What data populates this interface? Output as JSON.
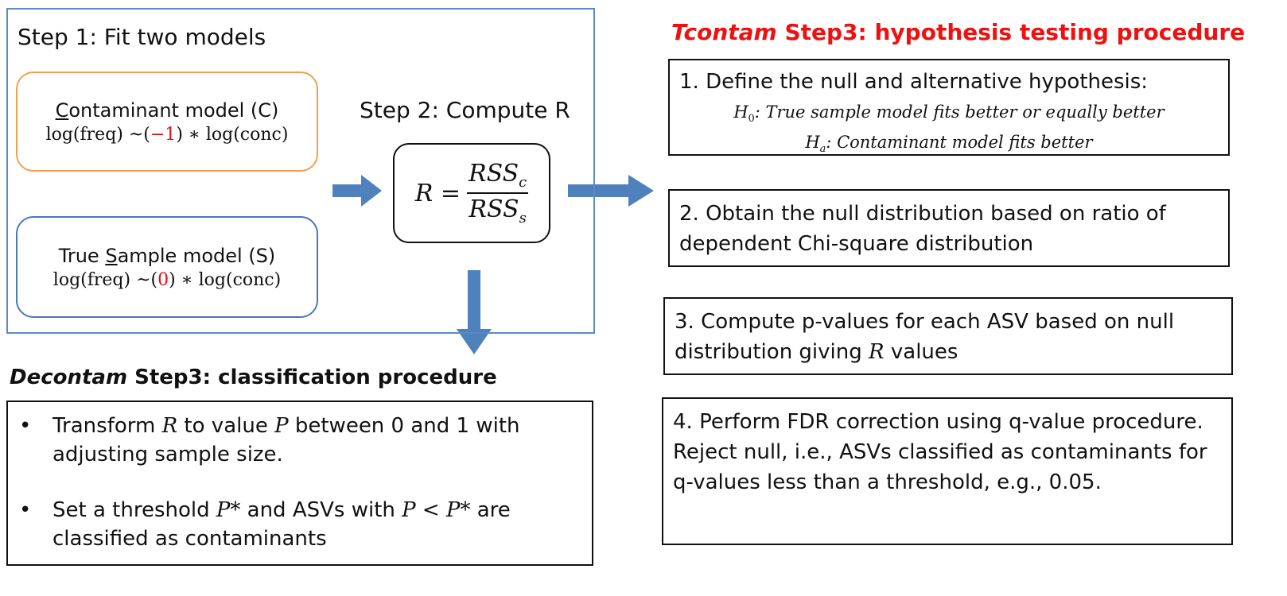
{
  "colors": {
    "arrow": "#4f81bd",
    "outer_border": "#5b8bc4",
    "contaminant_border": "#f0a050",
    "true_sample_border": "#4a78b5",
    "accent_red": "#e01010"
  },
  "step1": {
    "title": "Step 1: Fit two models",
    "contaminant": {
      "name_first_letter": "C",
      "name_rest": "ontaminant model (C)",
      "formula_left": "log(freq) ~(",
      "coef": "−1",
      "formula_right": ") ∗ log(conc)"
    },
    "true_sample": {
      "name_prefix": "True ",
      "name_letter": "S",
      "name_rest": "ample model (S)",
      "formula_left": "log(freq) ~(",
      "coef": "0",
      "formula_right": ") ∗ log(conc)"
    }
  },
  "step2": {
    "title": "Step 2: Compute R",
    "lhs": "R =",
    "numerator": "RSS",
    "numerator_sub": "c",
    "denominator": "RSS",
    "denominator_sub": "s"
  },
  "decontam": {
    "title_italic": "Decontam",
    "title_rest": " Step3: classification procedure",
    "bullet_symbol": "•",
    "bullets": [
      {
        "t1": "Transform ",
        "m1": "R",
        "t2": " to value ",
        "m2": "P",
        "t3": " between 0 and 1 with adjusting sample size."
      },
      {
        "t1": "Set a threshold ",
        "m1": "P*",
        "t2": " and ASVs with ",
        "m2": "P < P*",
        "t3": " are classified as contaminants"
      }
    ]
  },
  "tcontam": {
    "title_italic": "Tcontam",
    "title_rest": " Step3: hypothesis testing procedure",
    "step1": {
      "text": "1. Define the null and alternative hypothesis:",
      "h0_label": "H",
      "h0_sub": "0",
      "h0_text": ": True sample model fits better or equally better",
      "ha_label": "H",
      "ha_sub": "a",
      "ha_text": ": Contaminant model fits better"
    },
    "step2": {
      "text": "2. Obtain the null distribution based on ratio of dependent Chi-square distribution"
    },
    "step3": {
      "t1": "3. Compute p-values for each ASV based on null distribution giving ",
      "m1": "R",
      "t2": " values"
    },
    "step4": {
      "text": "4. Perform FDR correction using q-value procedure. Reject null, i.e., ASVs classified as contaminants for q-values less than a threshold, e.g., 0.05."
    }
  }
}
